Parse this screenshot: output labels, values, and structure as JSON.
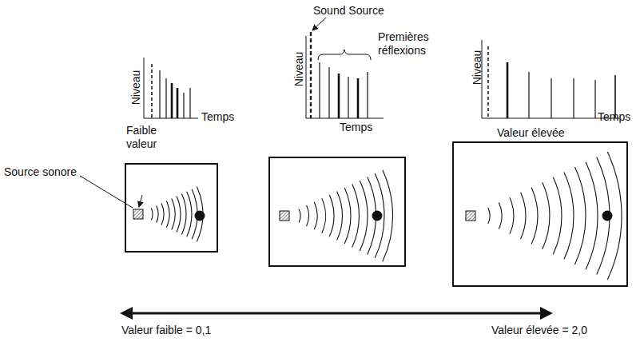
{
  "diagram": {
    "labels": [
      "Sound Source",
      "Premières réflexions",
      "Niveau",
      "Temps",
      "Faible valeur",
      "Niveau",
      "Temps",
      "Niveau",
      "Temps",
      "Valeur élevée",
      "Source sonore",
      "Valeur faible = 0,1",
      "Valeur élevée = 2,0"
    ]
  }
}
